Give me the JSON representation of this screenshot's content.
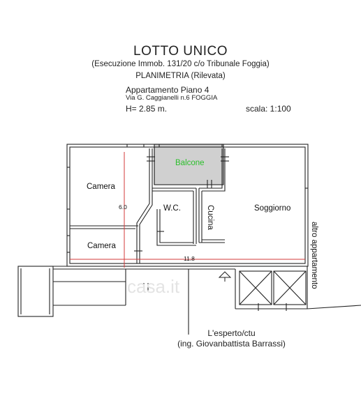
{
  "header": {
    "title": "LOTTO UNICO",
    "subtitle": "(Esecuzione Immob. 131/20 c/o Tribunale Foggia)",
    "planimetria": "PLANIMETRIA (Rilevata)",
    "apartment": "Appartamento Piano 4",
    "address": "Via G. Caggianelli n.6  FOGGIA",
    "height": "H= 2.85 m.",
    "scale": "scala: 1:100"
  },
  "rooms": {
    "balcone": "Balcone",
    "camera_top": "Camera",
    "camera_bottom": "Camera",
    "wc": "W.C.",
    "cucina": "Cucina",
    "soggiorno": "Soggiorno",
    "adjacent": "altro appartamento"
  },
  "dimensions": {
    "vertical": "6.0",
    "horizontal": "11.8"
  },
  "watermark": "casa.it",
  "footer": {
    "expert": "L'esperto/ctu",
    "expert_name": "(ing. Giovanbattista Barrassi)"
  },
  "colors": {
    "walls": "#222222",
    "dimension_lines": "#d33a3a",
    "balcony_fill": "#d0d0d0",
    "balcony_text": "#2bbf2b"
  }
}
